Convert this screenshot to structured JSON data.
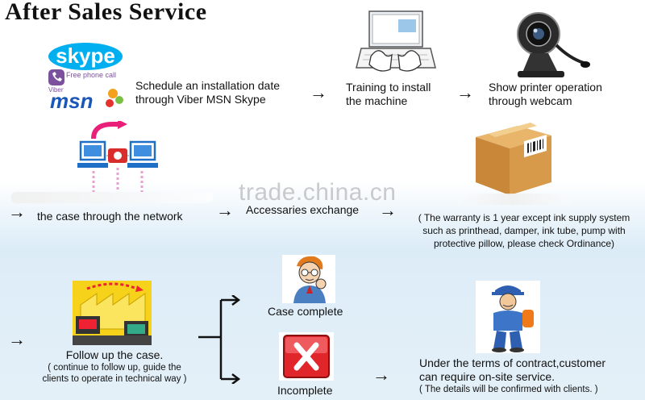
{
  "page": {
    "title": "After Sales Service",
    "watermark": "trade.china.cn"
  },
  "logos": {
    "skype": "skype",
    "viber": "Viber",
    "free_call": "Free phone call",
    "msn": "msn"
  },
  "steps": {
    "schedule": {
      "line1": "Schedule an installation date",
      "line2": "through Viber MSN Skype"
    },
    "training": {
      "line1": "Training to install",
      "line2": "the machine"
    },
    "webcam": {
      "line1": "Show printer operation",
      "line2": "through webcam"
    },
    "network": {
      "line2": "the case through the network"
    },
    "accessories": {
      "line1": "Accessaries exchange"
    },
    "warranty": {
      "line1": "( The warranty is 1 year except ink supply system",
      "line2": "such as printhead, damper, ink tube, pump with",
      "line3": "protective pillow, please check Ordinance)"
    },
    "follow_up": {
      "line1": "Follow up the case.",
      "line2": "( continue to follow up, guide the",
      "line3": "clients to operate in technical way )"
    },
    "case_complete": {
      "line1": "Case complete"
    },
    "incomplete": {
      "line1": "Incomplete"
    },
    "onsite": {
      "line1": "Under the terms of contract,customer",
      "line2": "can require on-site service.",
      "line3": "( The details will be confirmed with clients. )"
    }
  },
  "arrows": {
    "glyph": "→"
  },
  "colors": {
    "skype_blue": "#00aff0",
    "viber_purple": "#7b519d",
    "msn_blue": "#1a57b8",
    "box_brown": "#d79a4a",
    "red_x": "#e0262b",
    "factory_yellow": "#f6d21b"
  },
  "icons": {
    "schedule": "skype-msn-logo-icon",
    "training": "laptop-hands-icon",
    "webcam": "webcam-icon",
    "network": "network-computers-icon",
    "accessories": "cardboard-box-icon",
    "follow_up": "factory-icon",
    "case_complete": "thinking-man-icon",
    "incomplete": "red-x-icon",
    "onsite": "service-worker-icon"
  }
}
